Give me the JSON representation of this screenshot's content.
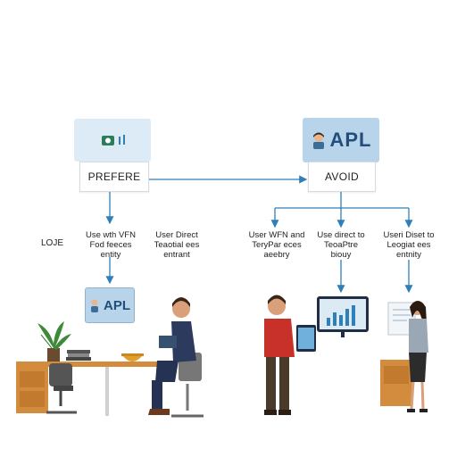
{
  "left_node": {
    "icon_name": "camera-icon",
    "label": "PREFERE"
  },
  "right_node": {
    "card_text": "APL",
    "label": "AVOID"
  },
  "left_side_label": "LOJE",
  "left_branches": [
    {
      "line1": "Use wth VFN",
      "line2": "Fod feeces",
      "line3": "entity"
    },
    {
      "line1": "User Direct",
      "line2": "Teaotial ees",
      "line3": "entrant"
    }
  ],
  "right_branches": [
    {
      "line1": "User WFN and",
      "line2": "TeryPar eces",
      "line3": "aeebry"
    },
    {
      "line1": "Use direct to",
      "line2": "TeoaPtre",
      "line3": "biouy"
    },
    {
      "line1": "Useri Diset to",
      "line2": "Leogiat ees",
      "line3": "entnity"
    }
  ],
  "monitor_card": {
    "text": "APL"
  },
  "colors": {
    "accent": "#2f7fb8",
    "card_bg": "#dcebf5",
    "card_dark": "#a9cbe3"
  }
}
